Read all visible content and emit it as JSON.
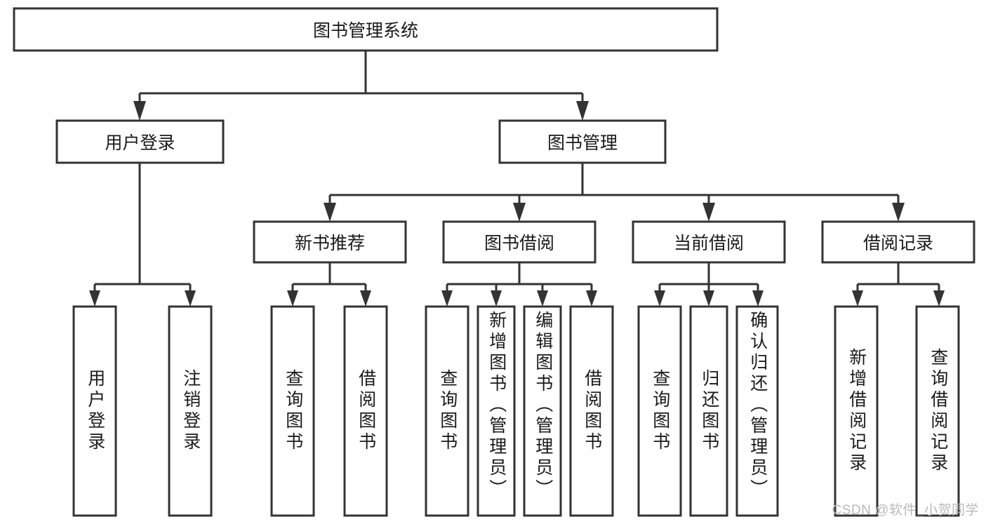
{
  "diagram": {
    "type": "tree-hierarchy-chart",
    "title": "图书管理系统",
    "colors": {
      "background": "#ffffff",
      "box_fill": "#ffffff",
      "box_stroke": "#333333",
      "text": "#1a1a1a",
      "watermark": "#b9b9b9"
    },
    "root": {
      "id": "root",
      "label": "图书管理系统",
      "orientation": "horizontal"
    },
    "level2": [
      {
        "id": "user-login",
        "label": "用户登录",
        "orientation": "horizontal"
      },
      {
        "id": "book-manage",
        "label": "图书管理",
        "orientation": "horizontal"
      }
    ],
    "level3": [
      {
        "id": "new-book-recommend",
        "label": "新书推荐",
        "orientation": "horizontal",
        "parent": "book-manage"
      },
      {
        "id": "book-borrow",
        "label": "图书借阅",
        "orientation": "horizontal",
        "parent": "book-manage"
      },
      {
        "id": "current-borrow",
        "label": "当前借阅",
        "orientation": "horizontal",
        "parent": "book-manage"
      },
      {
        "id": "borrow-record",
        "label": "借阅记录",
        "orientation": "horizontal",
        "parent": "book-manage"
      }
    ],
    "leaves": [
      {
        "id": "leaf-user-login",
        "label": "用户登录",
        "parent": "user-login",
        "orientation": "vertical"
      },
      {
        "id": "leaf-logout-login",
        "label": "注销登录",
        "parent": "user-login",
        "orientation": "vertical"
      },
      {
        "id": "leaf-query-book-1",
        "label": "查询图书",
        "parent": "new-book-recommend",
        "orientation": "vertical"
      },
      {
        "id": "leaf-borrow-book-1",
        "label": "借阅图书",
        "parent": "new-book-recommend",
        "orientation": "vertical"
      },
      {
        "id": "leaf-query-book-2",
        "label": "查询图书",
        "parent": "book-borrow",
        "orientation": "vertical"
      },
      {
        "id": "leaf-add-book",
        "label": "新增图书（管理员）",
        "parent": "book-borrow",
        "orientation": "vertical"
      },
      {
        "id": "leaf-edit-book",
        "label": "编辑图书（管理员）",
        "parent": "book-borrow",
        "orientation": "vertical"
      },
      {
        "id": "leaf-borrow-book-2",
        "label": "借阅图书",
        "parent": "book-borrow",
        "orientation": "vertical"
      },
      {
        "id": "leaf-query-book-3",
        "label": "查询图书",
        "parent": "current-borrow",
        "orientation": "vertical"
      },
      {
        "id": "leaf-return-book",
        "label": "归还图书",
        "parent": "current-borrow",
        "orientation": "vertical"
      },
      {
        "id": "leaf-confirm-return",
        "label": "确认归还（管理员）",
        "parent": "current-borrow",
        "orientation": "vertical"
      },
      {
        "id": "leaf-add-record",
        "label": "新增借阅记录",
        "parent": "borrow-record",
        "orientation": "vertical"
      },
      {
        "id": "leaf-query-record",
        "label": "查询借阅记录",
        "parent": "borrow-record",
        "orientation": "vertical"
      }
    ],
    "watermark": "CSDN @软件_小贺同学"
  }
}
